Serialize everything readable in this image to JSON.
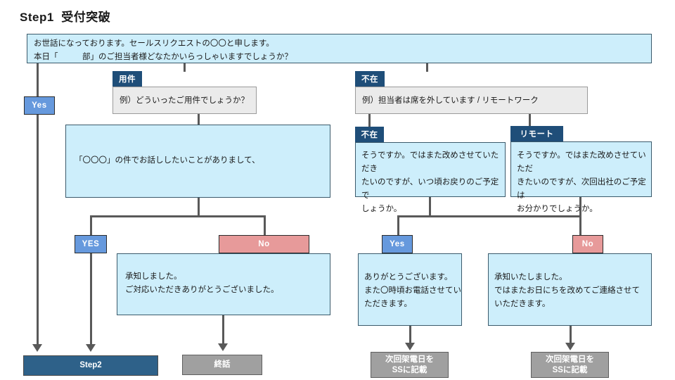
{
  "page": {
    "title": "Step1  受付突破"
  },
  "opening": {
    "text": "お世話になっております。セールスリクエストの〇〇と申します。\n本日「　　　部」のご担当者様どなたかいらっしゃいますでしょうか？"
  },
  "branches": {
    "yes_label": "Yes",
    "left": {
      "tab_label": "用件",
      "example_text": "例）どういったご用件でしょうか？",
      "pitch_text": "「〇〇〇」の件でお話ししたいことがありまして、",
      "yes_label": "YES",
      "no_label": "No",
      "no_reply_text": "承知しました。\nご対応いただきありがとうございました。"
    },
    "right": {
      "tab_label": "不在",
      "example_text": "例）担当者は席を外しています  /  リモートワーク",
      "absent": {
        "tab_label": "不在",
        "text": "そうですか。ではまた改めさせていただき\nたいのですが、いつ頃お戻りのご予定で\nしょうか。"
      },
      "remote": {
        "tab_label": "リモート",
        "text": "そうですか。ではまた改めさせていただ\nきたいのですが、次回出社のご予定は\nお分かりでしょうか。"
      },
      "yes_label": "Yes",
      "no_label": "No",
      "yes_reply_text": "ありがとうございます。\nまた〇時頃お電話させてい\nただきます。",
      "no_reply_text": "承知いたしました。\nではまたお日にちを改めてご連絡させて\nいただきます。"
    }
  },
  "terminals": {
    "step2": "Step2",
    "end_call": "終話",
    "record_left": "次回架電日を\nSSに記載",
    "record_right": "次回架電日を\nSSに記載"
  },
  "colors": {
    "tab_navy": "#1f4e79",
    "light_blue": "#cdeefb",
    "yes_blue": "#6699dd",
    "no_red": "#e79a9a",
    "terminal_dark": "#2e6189",
    "terminal_gray": "#a0a0a0",
    "line_gray": "#595959"
  }
}
